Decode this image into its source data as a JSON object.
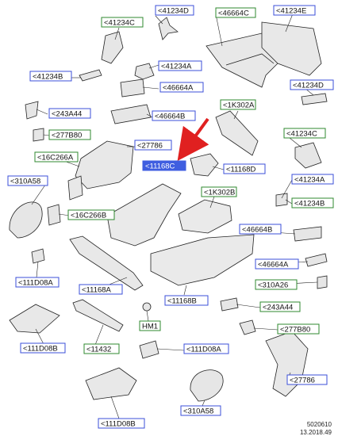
{
  "colors": {
    "blue_box": "#3b4fd8",
    "green_box": "#2f8a2f",
    "highlight": "#3f5ee0",
    "arrow": "#e02020",
    "part_fill": "#e4e4e4",
    "part_stroke": "#222222"
  },
  "footer": {
    "code": "5020610",
    "date": "13.2018.49"
  },
  "labels": {
    "l1": "41234C",
    "l2": "41234D",
    "l3": "46664C",
    "l4": "41234E",
    "l5": "41234A",
    "l6": "41234B",
    "l7": "46664A",
    "l8": "41234D",
    "l9": "243A44",
    "l10": "46664B",
    "l11": "1K302A",
    "l12": "277B80",
    "l13": "41234C",
    "l14": "27786",
    "l15": "16C266A",
    "l16": "11168C",
    "l17": "11168D",
    "l18": "41234A",
    "l19": "310A58",
    "l20": "1K302B",
    "l21": "16C266B",
    "l22": "41234B",
    "l23": "46664B",
    "l24": "46664A",
    "l25": "111D08A",
    "l26": "11168A",
    "l27": "310A26",
    "l28": "11168B",
    "l29": "243A44",
    "l30": "HM1",
    "l31": "277B80",
    "l32": "111D08B",
    "l33": "11432",
    "l34": "111D08A",
    "l35": "27786",
    "l36": "111D08B",
    "l37": "310A58"
  }
}
